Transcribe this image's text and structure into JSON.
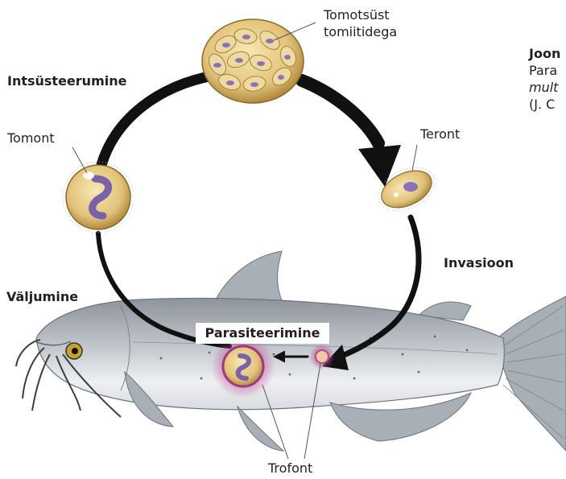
{
  "labels": {
    "tomotsust": "Tomotsüst",
    "tomiitidega": "tomiitidega",
    "intsusteerumine": "Intsüsteerumine",
    "tomont": "Tomont",
    "teront": "Teront",
    "invasioon": "Invasioon",
    "valjumine": "Väljumine",
    "parasiteerimine": "Parasiteerimine",
    "trofont": "Trofont"
  },
  "caption": {
    "title": "Joon",
    "line1": "Para",
    "line2": "mult",
    "line3": "(J. C"
  },
  "colors": {
    "arrow": "#111111",
    "cyst": "#e2c27a",
    "nucleus": "#8a74b8",
    "fish_body": "#b8bcc3",
    "fish_belly": "#eef0f2",
    "fish_fin": "#aab0b8",
    "lesion": "#c0489a"
  }
}
